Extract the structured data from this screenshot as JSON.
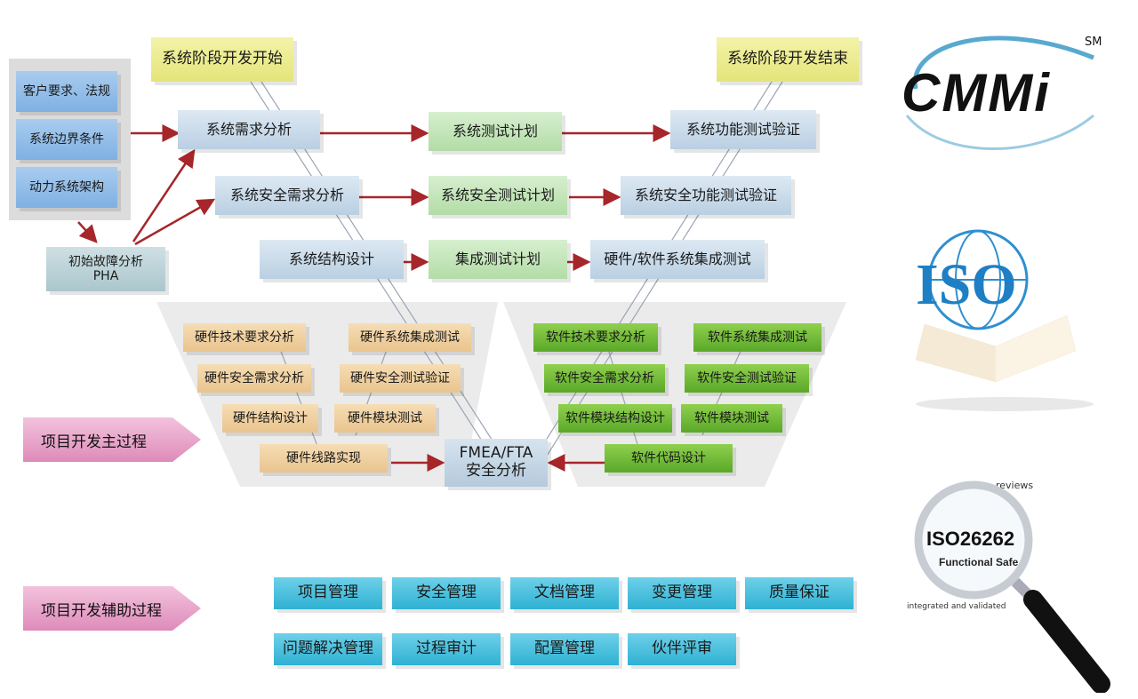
{
  "phases": {
    "start": "系统阶段开发开始",
    "end": "系统阶段开发结束"
  },
  "inputs": [
    "客户要求、法规",
    "系统边界条件",
    "动力系统架构"
  ],
  "pha": {
    "line1": "初始故障分析",
    "line2": "PHA"
  },
  "left_v": [
    "系统需求分析",
    "系统安全需求分析",
    "系统结构设计"
  ],
  "middle": [
    "系统测试计划",
    "系统安全测试计划",
    "集成测试计划"
  ],
  "right_v": [
    "系统功能测试验证",
    "系统安全功能测试验证",
    "硬件/软件系统集成测试"
  ],
  "hardware": {
    "left": [
      "硬件技术要求分析",
      "硬件安全需求分析",
      "硬件结构设计",
      "硬件线路实现"
    ],
    "right": [
      "硬件系统集成测试",
      "硬件安全测试验证",
      "硬件模块测试"
    ]
  },
  "software": {
    "left": [
      "软件技术要求分析",
      "软件安全需求分析",
      "软件模块结构设计",
      "软件代码设计"
    ],
    "right": [
      "软件系统集成测试",
      "软件安全测试验证",
      "软件模块测试"
    ]
  },
  "fmea": {
    "line1": "FMEA/FTA",
    "line2": "安全分析"
  },
  "process_labels": {
    "main": "项目开发主过程",
    "support": "项目开发辅助过程"
  },
  "support_items": [
    "项目管理",
    "安全管理",
    "文档管理",
    "变更管理",
    "质量保证",
    "问题解决管理",
    "过程审计",
    "配置管理",
    "伙伴评审"
  ],
  "logos": {
    "cmmi": "CMMi",
    "cmmi_sm": "SM",
    "iso": "ISO",
    "iso26262": "ISO26262",
    "iso26262_sub": "Functional Safe",
    "iso26262_top": "reviews",
    "iso26262_bottom": "integrated and validated"
  },
  "colors": {
    "arrow": "#a6262a",
    "teal": "#2fb1d3",
    "green": "#5aa828",
    "pink": "#de8bb9"
  }
}
